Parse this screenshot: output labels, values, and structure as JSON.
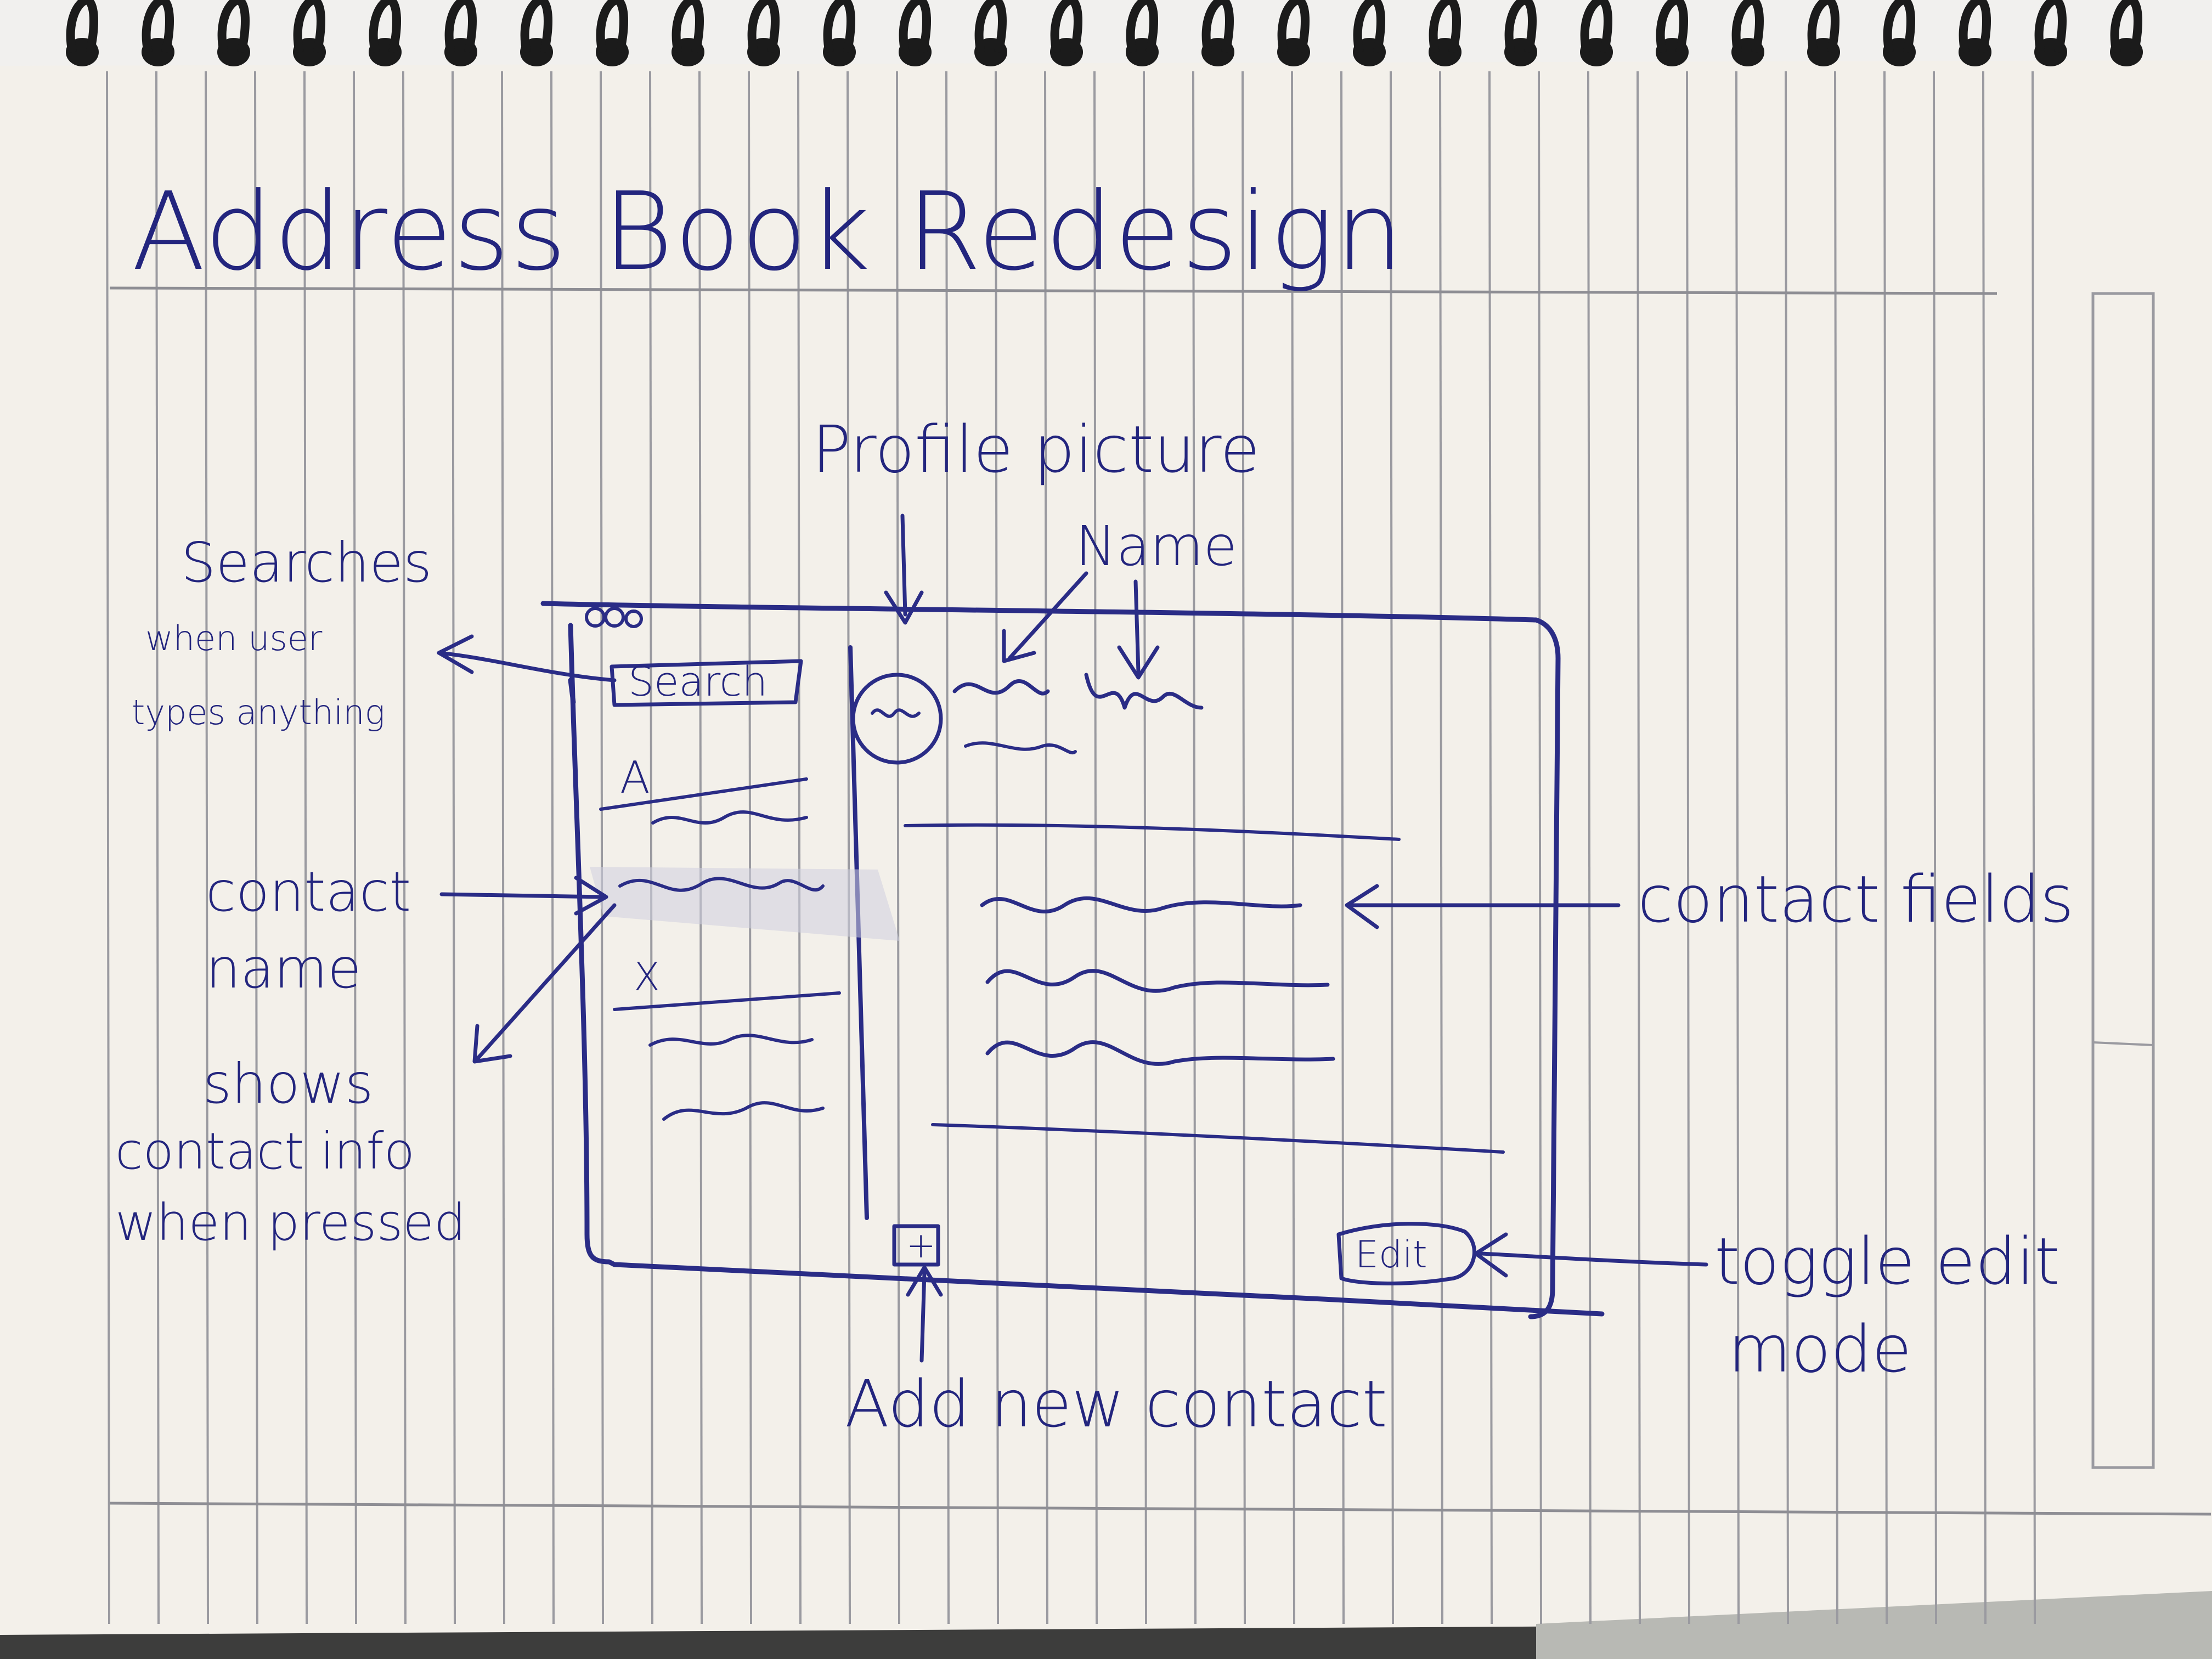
{
  "title": "Address Book Redesign",
  "annotations": {
    "profile_picture": "Profile picture",
    "name": "Name",
    "search_behavior": [
      "Searches",
      "when user",
      "types anything"
    ],
    "contact_name": [
      "contact",
      "name"
    ],
    "shows_contact_info": [
      "shows",
      "contact info",
      "when pressed"
    ],
    "contact_fields": "contact fields",
    "toggle_edit_mode": [
      "toggle edit",
      "mode"
    ],
    "add_new_contact": "Add new contact"
  },
  "mockup": {
    "search_label": "Search",
    "section_letters": [
      "A",
      "X"
    ],
    "add_button_glyph": "+",
    "edit_button_label": "Edit"
  },
  "colors": {
    "ink": "#2a2c86",
    "paper": "#f3f0ea",
    "rule_line": "#9a9aa0",
    "ring_binding": "#1b1b1b"
  }
}
